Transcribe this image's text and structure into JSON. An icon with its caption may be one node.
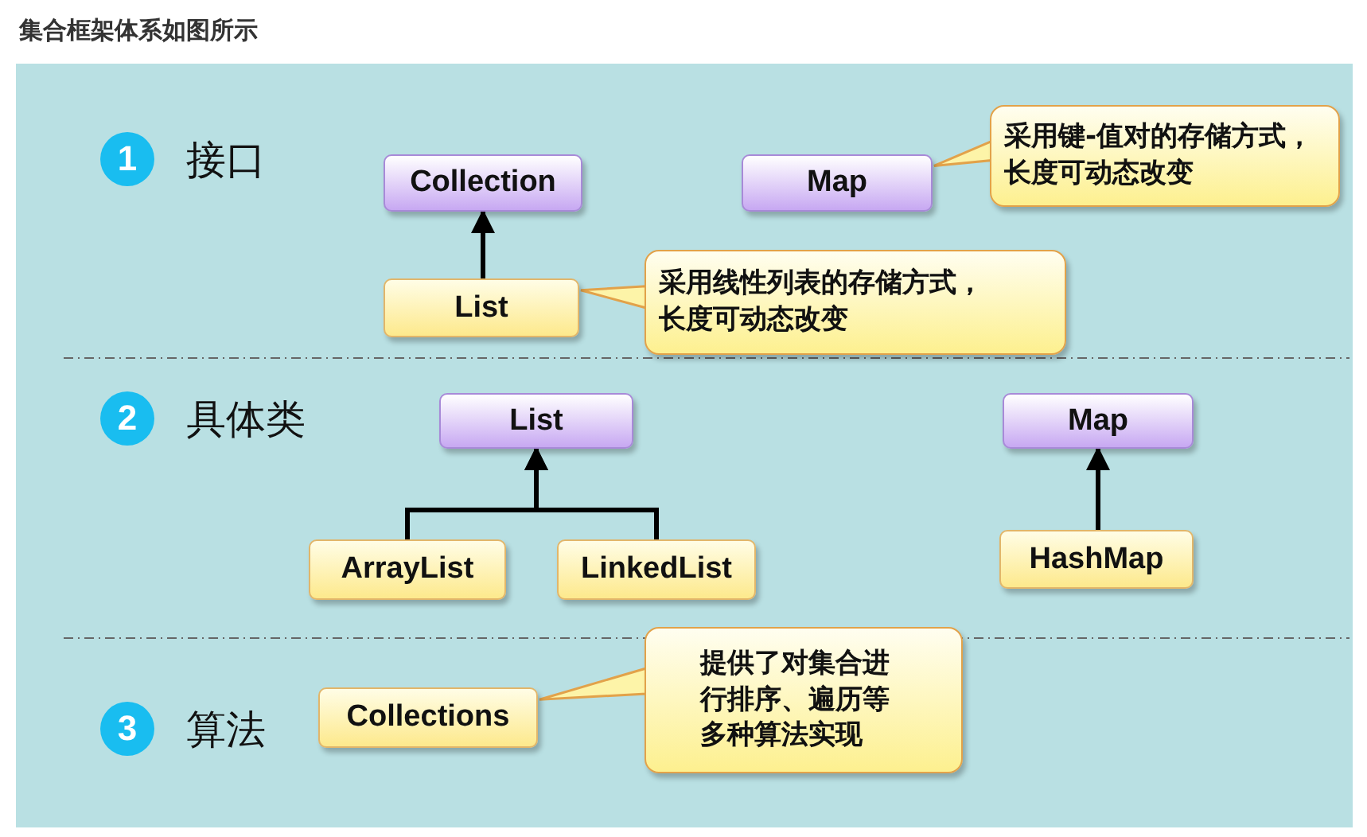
{
  "diagram": {
    "title": "集合框架体系如图所示",
    "nodes": [
      {
        "text": [
          "1"
        ],
        "beside": [
          "接口"
        ]
      },
      {
        "text": [
          "Collection"
        ]
      },
      {
        "text": [
          "Map"
        ]
      },
      {
        "text": [
          "采用键-值对的存储方式，长度可动态改变"
        ]
      },
      {
        "text": [
          "List"
        ]
      },
      {
        "text": [
          "采用线性列表的存储方式，长度可动态改变"
        ]
      },
      {
        "text": [
          "2"
        ],
        "beside": [
          "具体类"
        ]
      },
      {
        "text": [
          "List"
        ]
      },
      {
        "text": [
          "Map"
        ]
      },
      {
        "text": [
          "ArrayList"
        ]
      },
      {
        "text": [
          "LinkedList"
        ]
      },
      {
        "text": [
          "HashMap"
        ]
      },
      {
        "text": [
          "3"
        ],
        "beside": [
          "算法"
        ]
      },
      {
        "text": [
          "Collections"
        ]
      },
      {
        "text": [
          "提供了对集合进行排序、遍历等多种算法实现"
        ]
      }
    ],
    "edges": [
      {
        "from": 3,
        "to": 2,
        "arrow": "none"
      },
      {
        "from": 4,
        "to": 1,
        "arrow": "to"
      },
      {
        "from": 5,
        "to": 4,
        "arrow": "none"
      },
      {
        "from": 9,
        "to": 7,
        "arrow": "to"
      },
      {
        "from": 10,
        "to": 7,
        "arrow": "to"
      },
      {
        "from": 11,
        "to": 8,
        "arrow": "to"
      },
      {
        "from": 14,
        "to": 13,
        "arrow": "none"
      }
    ]
  }
}
